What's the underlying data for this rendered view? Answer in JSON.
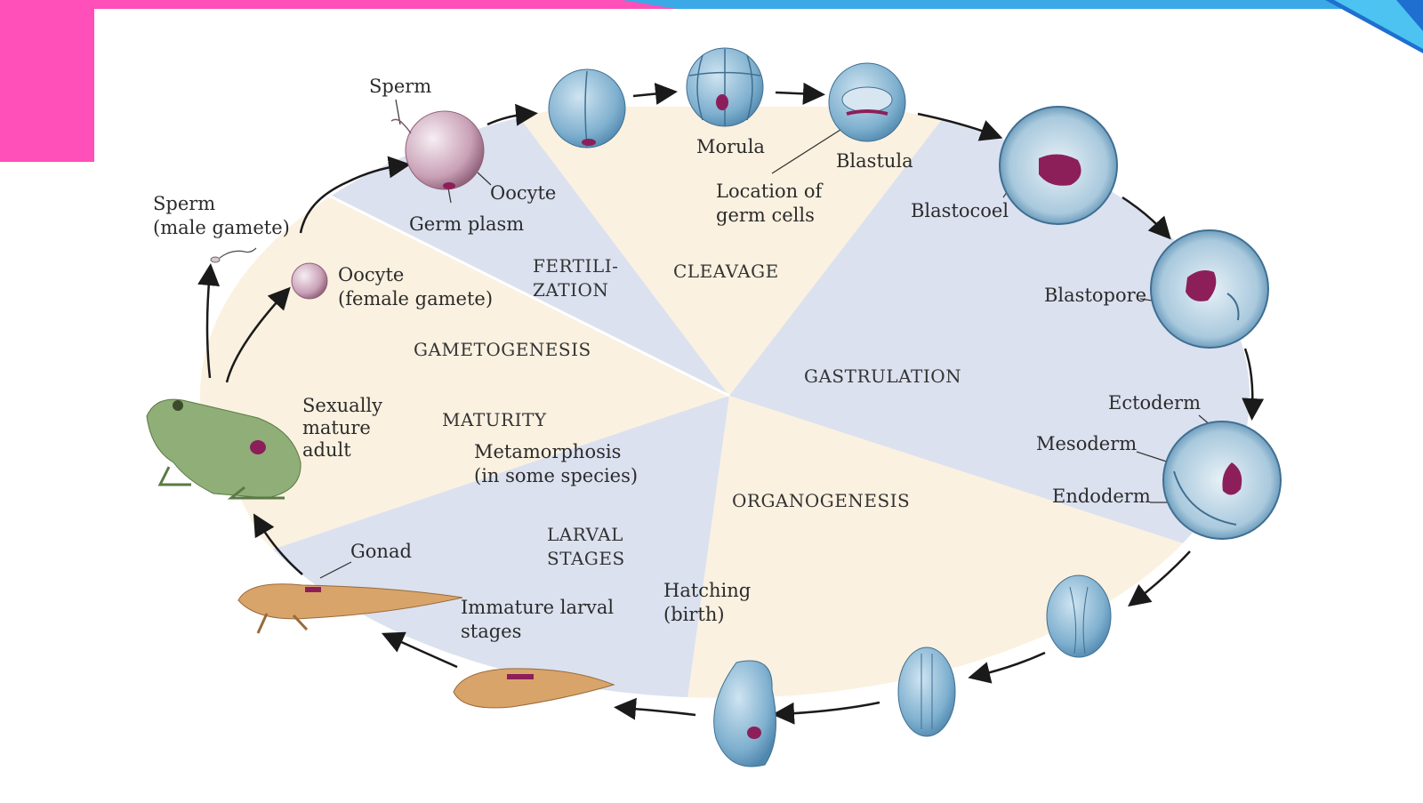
{
  "colors": {
    "accent_left": "#ff3cab",
    "accent_right": "#1aa3e8",
    "sector_blue": "#dbe1ef",
    "sector_peach": "#fbf1e0",
    "embryo_blue": "#6fa3c4",
    "germ_plasm": "#8c1f5a",
    "oocyte": "#c9a0b6",
    "frog_green": "#8fae78",
    "tadpole_orange": "#d9a46a"
  },
  "stages": {
    "fertilization": [
      "FERTILI-",
      "ZATION"
    ],
    "cleavage": "CLEAVAGE",
    "gastrulation": "GASTRULATION",
    "organogenesis": "ORGANOGENESIS",
    "larval": [
      "LARVAL",
      "STAGES"
    ],
    "maturity": "MATURITY",
    "gametogenesis": "GAMETOGENESIS"
  },
  "labels": {
    "sperm_top": "Sperm",
    "oocyte": "Oocyte",
    "germ_plasm": "Germ plasm",
    "sperm_male": [
      "Sperm",
      "(male gamete)"
    ],
    "oocyte_female": [
      "Oocyte",
      "(female gamete)"
    ],
    "morula": "Morula",
    "blastula": "Blastula",
    "germ_cells": [
      "Location of",
      "germ cells"
    ],
    "blastocoel": "Blastocoel",
    "blastopore": "Blastopore",
    "ectoderm": "Ectoderm",
    "mesoderm": "Mesoderm",
    "endoderm": "Endoderm",
    "hatching": [
      "Hatching",
      "(birth)"
    ],
    "immature": [
      "Immature larval",
      "stages"
    ],
    "gonad": "Gonad",
    "metamorphosis": [
      "Metamorphosis",
      "(in some species)"
    ],
    "adult": [
      "Sexually",
      "mature",
      "adult"
    ]
  }
}
